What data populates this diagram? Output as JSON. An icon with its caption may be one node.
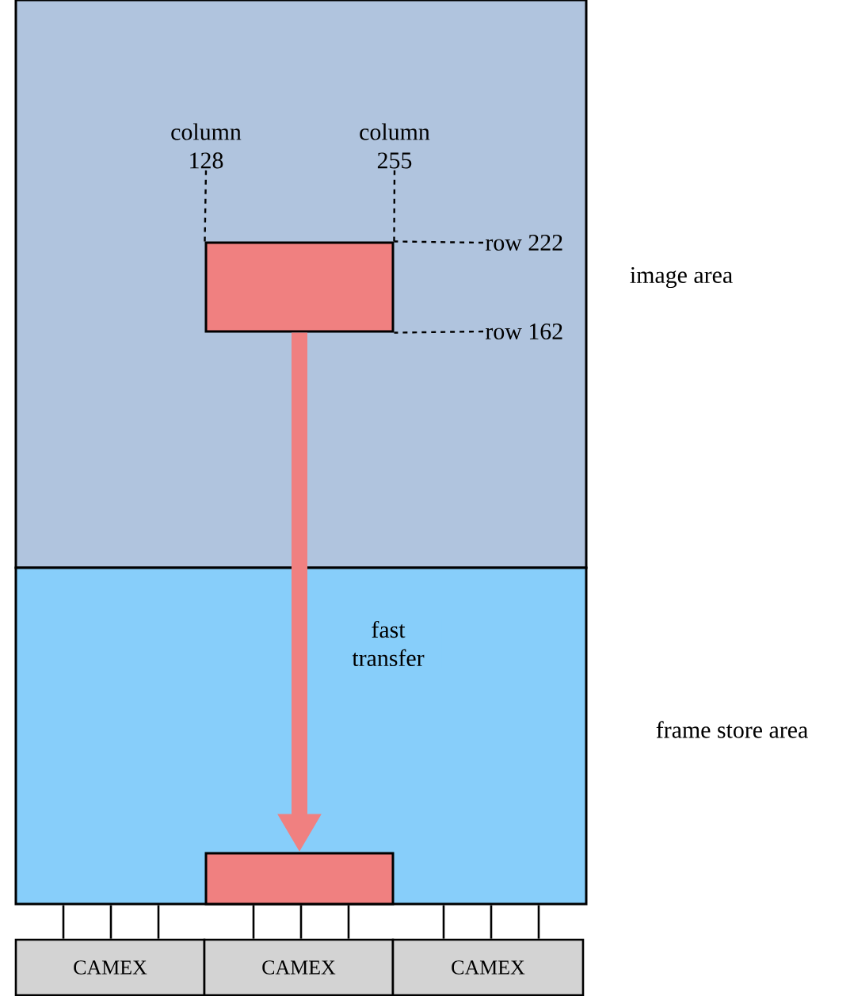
{
  "diagram": {
    "nodes": [
      {
        "text": [],
        "shape": "box",
        "beside": [
          "image area"
        ]
      },
      {
        "text": [],
        "shape": "box",
        "beside": [
          "frame store area"
        ]
      },
      {
        "text": [],
        "shape": "box",
        "in": 0
      },
      {
        "text": [],
        "shape": "box",
        "in": 1
      },
      {
        "text": [
          "CAMEX"
        ]
      },
      {
        "text": [
          "CAMEX"
        ]
      },
      {
        "text": [
          "CAMEX"
        ]
      },
      {
        "text": [
          "column 128"
        ],
        "in": 0
      },
      {
        "text": [
          "column 255"
        ],
        "in": 0
      },
      {
        "text": [
          "row 222"
        ],
        "in": 0
      },
      {
        "text": [
          "row 162"
        ],
        "in": 0
      }
    ],
    "edges": [
      {
        "from": 2,
        "to": 3,
        "arrow": "to",
        "label": "fast transfer",
        "style": "thick",
        "color": "#f08080"
      },
      {
        "from": 7,
        "to": 2,
        "arrow": "none",
        "style": "dashed"
      },
      {
        "from": 8,
        "to": 2,
        "arrow": "none",
        "style": "dashed"
      },
      {
        "from": 9,
        "to": 2,
        "arrow": "none",
        "style": "dashed"
      },
      {
        "from": 10,
        "to": 2,
        "arrow": "none",
        "style": "dashed"
      },
      {
        "from": 1,
        "to": 4,
        "arrow": "none"
      },
      {
        "from": 1,
        "to": 4,
        "arrow": "none"
      },
      {
        "from": 1,
        "to": 4,
        "arrow": "none"
      },
      {
        "from": 1,
        "to": 5,
        "arrow": "none"
      },
      {
        "from": 1,
        "to": 5,
        "arrow": "none"
      },
      {
        "from": 1,
        "to": 5,
        "arrow": "none"
      },
      {
        "from": 1,
        "to": 6,
        "arrow": "none"
      },
      {
        "from": 1,
        "to": 6,
        "arrow": "none"
      },
      {
        "from": 1,
        "to": 6,
        "arrow": "none"
      }
    ]
  }
}
